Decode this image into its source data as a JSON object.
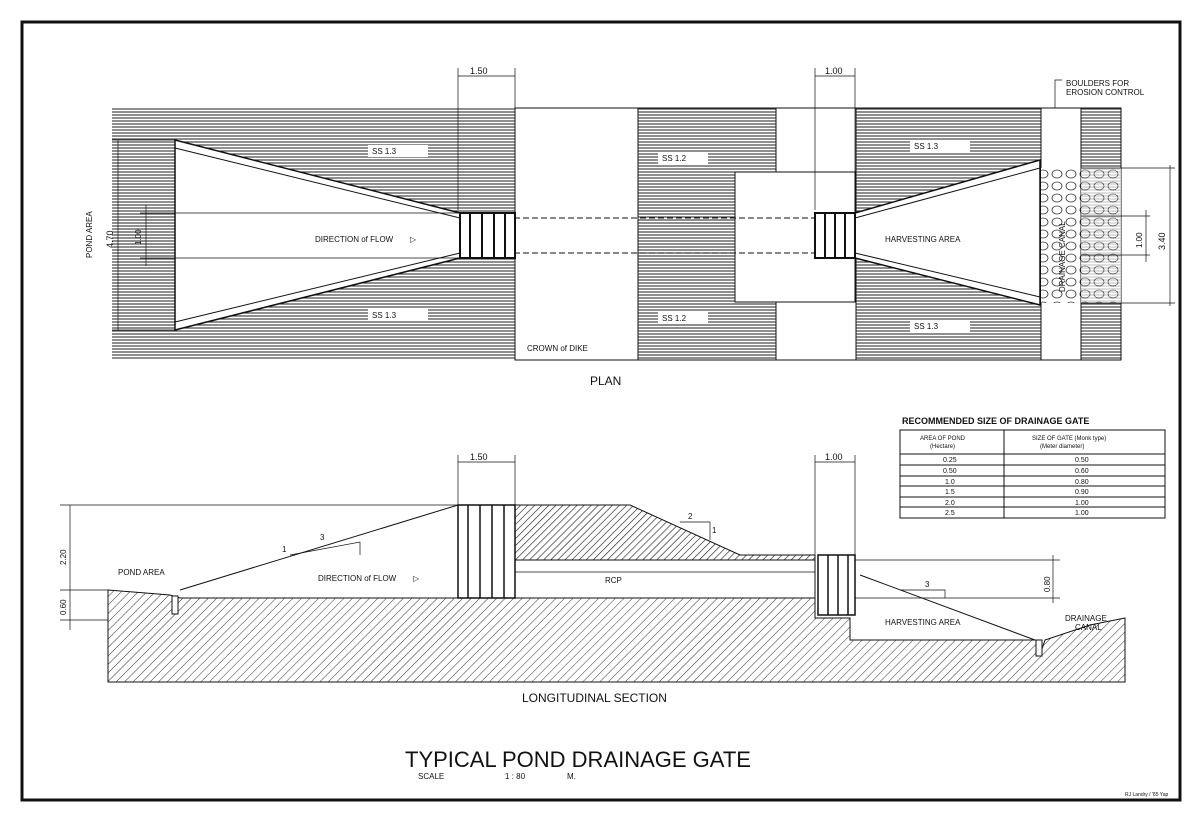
{
  "plan": {
    "title": "PLAN",
    "dim_left_gate": "1.50",
    "dim_right_gate": "1.00",
    "pond_area": "POND AREA",
    "dim_470": "4.70",
    "dim_100_left": "1.00",
    "dim_100_right": "1.00",
    "dim_340": "3.40",
    "direction_of_flow": "DIRECTION of FLOW",
    "harvesting_area": "HARVESTING AREA",
    "crown_of_dike": "CROWN of DIKE",
    "drainage_canal": "DRAINAGE CANAL",
    "boulders_note_1": "BOULDERS FOR",
    "boulders_note_2": "EROSION CONTROL",
    "slope_tl": "SS 1.3",
    "slope_bl": "SS 1.3",
    "slope_tm": "SS 1.2",
    "slope_bm": "SS 1.2",
    "slope_tr": "SS 1.3",
    "slope_br": "SS 1.3"
  },
  "section": {
    "title": "LONGITUDINAL SECTION",
    "dim_left_gate": "1.50",
    "dim_right_gate": "1.00",
    "dim_220": "2.20",
    "dim_060": "0.60",
    "dim_080": "0.80",
    "pond_area": "POND AREA",
    "direction_of_flow": "DIRECTION of FLOW",
    "rcp": "RCP",
    "harvesting_area": "HARVESTING AREA",
    "drainage_canal_1": "DRAINAGE",
    "drainage_canal_2": "CANAL",
    "slope_left_run": "3",
    "slope_left_rise": "1",
    "slope_dike_run": "2",
    "slope_dike_rise": "1",
    "slope_right_run": "3"
  },
  "table": {
    "title": "RECOMMENDED SIZE OF DRAINAGE GATE",
    "headers": [
      {
        "line1": "AREA OF POND",
        "line2": "(Hectare)"
      },
      {
        "line1": "SIZE OF GATE (Monk type)",
        "line2": "(Meter diameter)"
      }
    ],
    "rows": [
      [
        "0.25",
        "0.50"
      ],
      [
        "0.50",
        "0.60"
      ],
      [
        "1.0",
        "0.80"
      ],
      [
        "1.5",
        "0.90"
      ],
      [
        "2.0",
        "1.00"
      ],
      [
        "2.5",
        "1.00"
      ]
    ]
  },
  "title_block": {
    "title": "TYPICAL POND DRAINAGE GATE",
    "scale_label": "SCALE",
    "scale_value": "1 : 80",
    "scale_unit": "M.",
    "credit": "RJ Landry / '85 Yap"
  }
}
